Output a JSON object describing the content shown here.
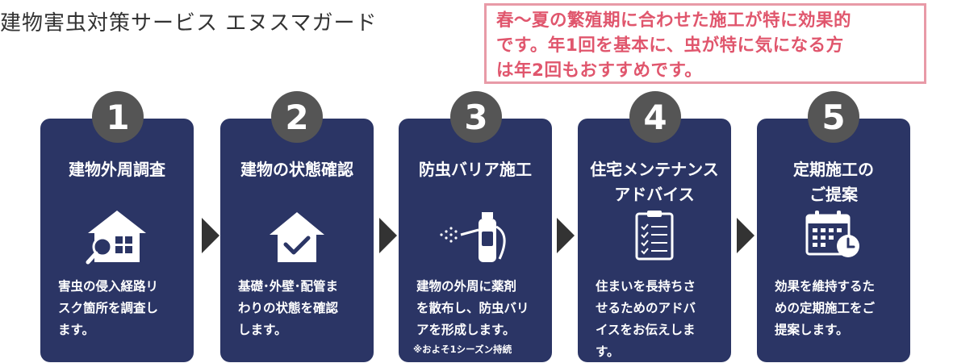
{
  "title": "建物害虫対策サービス エヌスマガード",
  "note_lines": [
    "春〜夏の繁殖期に合わせた施工が特に効果的",
    "です。年1回を基本に、虫が特に気になる方",
    "は年2回もおすすめです。"
  ],
  "steps": [
    {
      "number": "1",
      "title_lines": [
        "建物外周調査"
      ],
      "icon": "house-inspection-icon",
      "desc_lines": [
        "害虫の侵入経路リ",
        "スク箇所を調査し",
        "ます。"
      ],
      "note": ""
    },
    {
      "number": "2",
      "title_lines": [
        "建物の状態確認"
      ],
      "icon": "house-check-icon",
      "desc_lines": [
        "基礎･外壁･配管ま",
        "わりの状態を確認",
        "します。"
      ],
      "note": ""
    },
    {
      "number": "3",
      "title_lines": [
        "防虫バリア施工"
      ],
      "icon": "spray-bottle-icon",
      "desc_lines": [
        "建物の外周に薬剤",
        "を散布し、防虫バリ",
        "アを形成します。"
      ],
      "note": "※およそ1シーズン持続"
    },
    {
      "number": "4",
      "title_lines": [
        "住宅メンテナンス",
        "アドバイス"
      ],
      "icon": "clipboard-checklist-icon",
      "desc_lines": [
        "住まいを長持ちさ",
        "せるためのアドバ",
        "イスをお伝えしま",
        "す。"
      ],
      "note": ""
    },
    {
      "number": "5",
      "title_lines": [
        "定期施工の",
        "ご提案"
      ],
      "icon": "calendar-clock-icon",
      "desc_lines": [
        "効果を維持するた",
        "めの定期施工をご",
        "提案します。"
      ],
      "note": ""
    }
  ],
  "colors": {
    "card": "#2b3565",
    "badge": "#555555",
    "note_text": "#e0566d",
    "note_border": "#e89aa7",
    "arrow": "#333333"
  }
}
